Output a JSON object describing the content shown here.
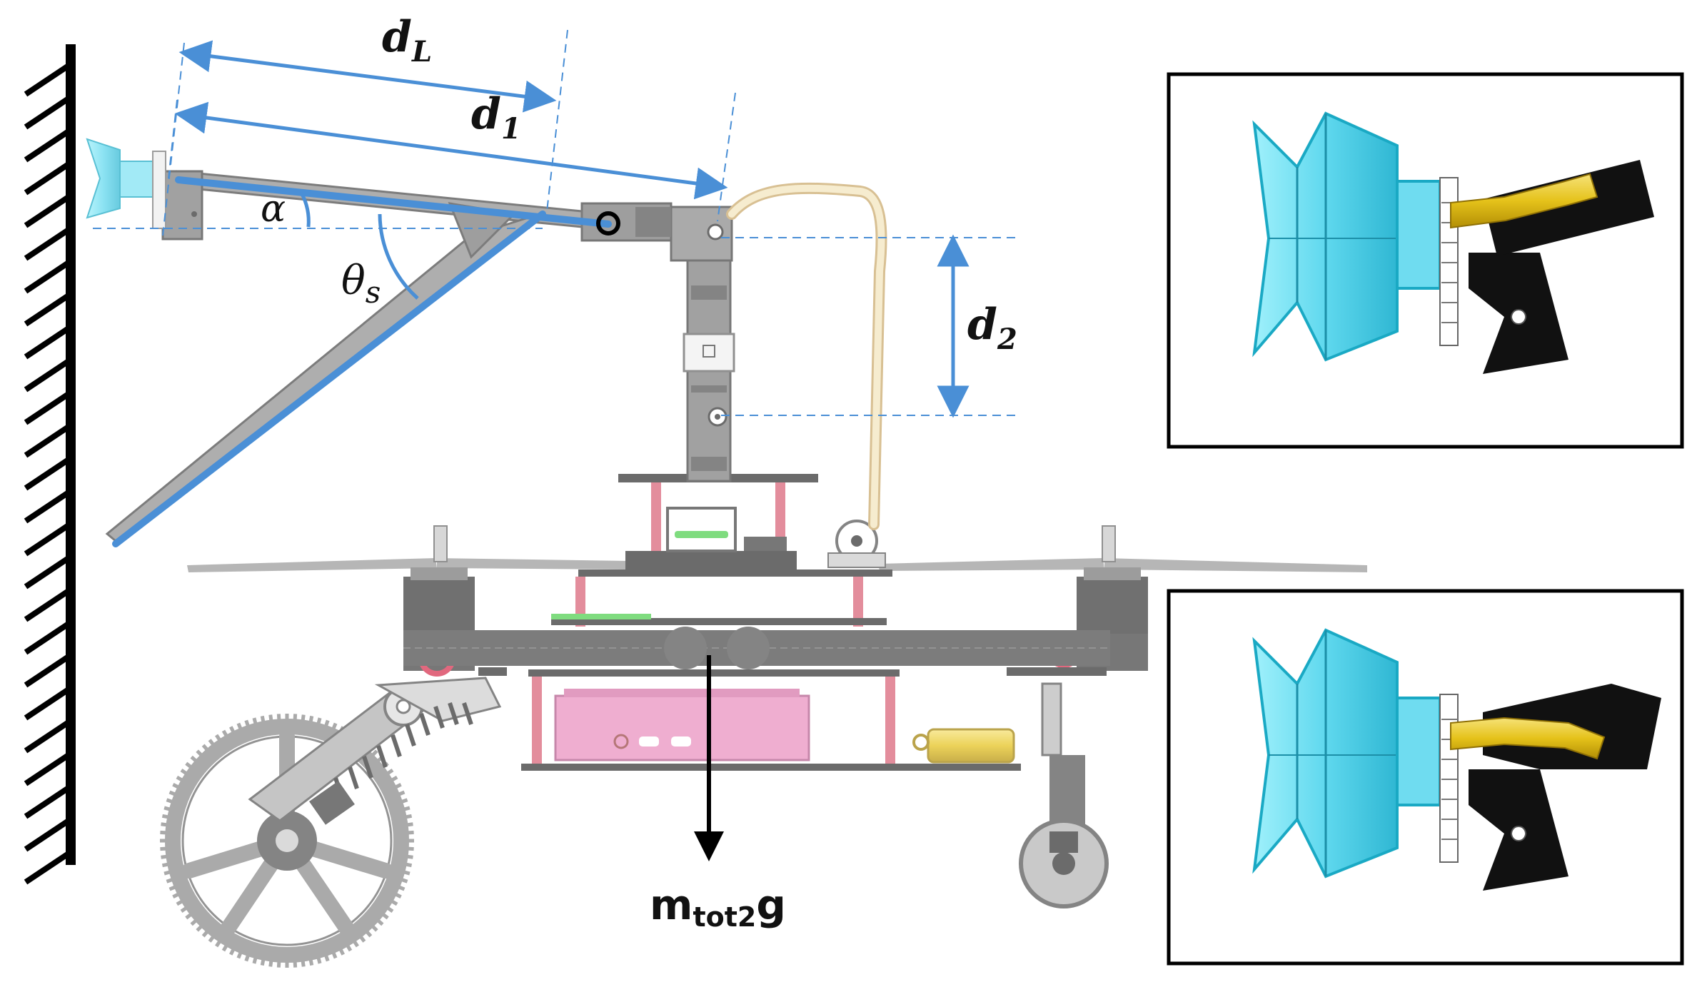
{
  "labels": {
    "dL_main": "d",
    "dL_sub": "L",
    "d1_main": "d",
    "d1_sub": "1",
    "d2_main": "d",
    "d2_sub": "2",
    "alpha": "α",
    "theta_main": "θ",
    "theta_sub": "s",
    "weight_main": "m",
    "weight_sub": "tot2",
    "weight_g": "g"
  },
  "colors": {
    "dimension_blue": "#4a8fd6",
    "suction_cup": "#5fd8ee",
    "suction_edge": "#1aa9c4",
    "gold_tube": "#e5c21a",
    "gripper_black": "#111111",
    "frame_gray": "#7d7d7d",
    "pink_box": "#e98fbf",
    "standoff_red": "#d96277",
    "cable_cream": "#f3e6bd"
  },
  "icons": {
    "wall": "hatched-wall-icon",
    "pivot": "pivot-circle-icon",
    "gravity": "down-arrow-icon"
  }
}
